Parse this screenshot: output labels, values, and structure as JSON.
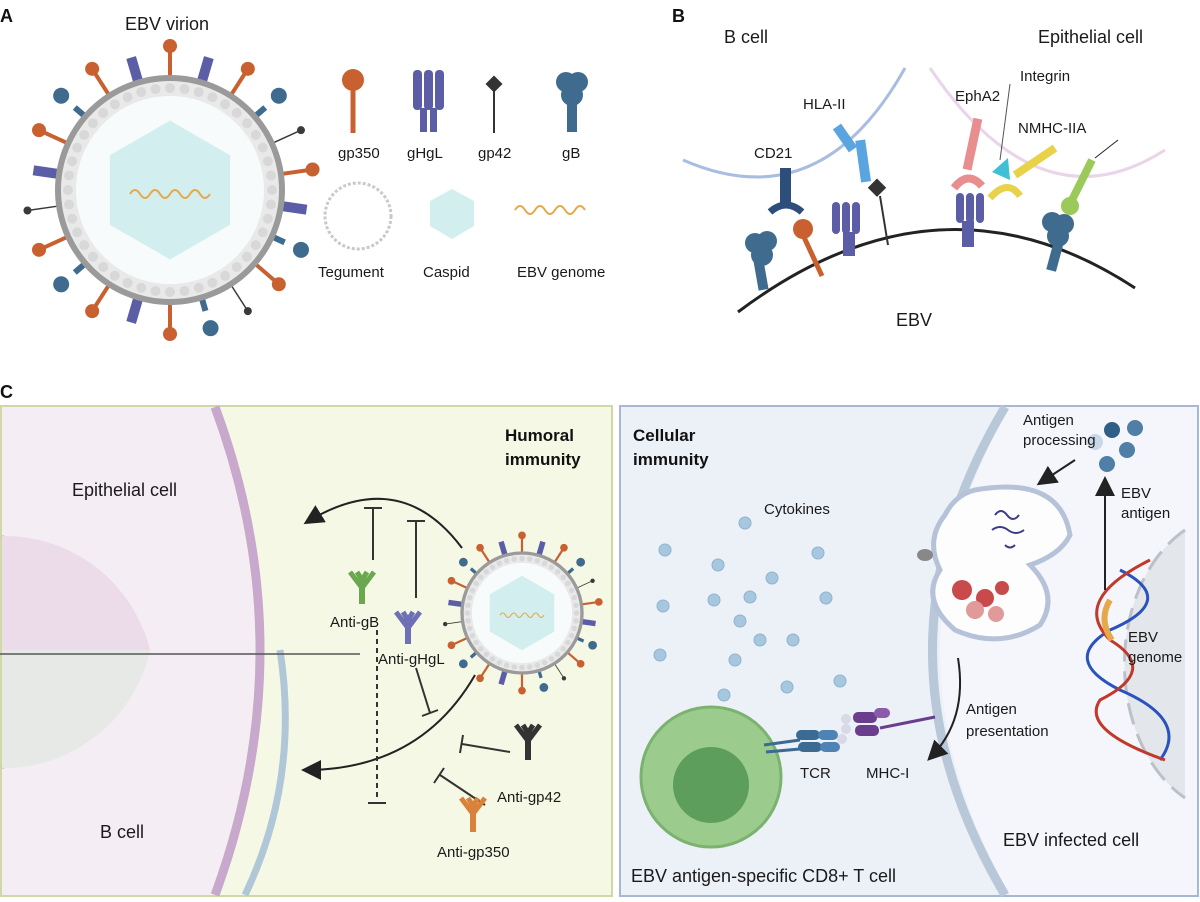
{
  "panel_a": {
    "letter": "A",
    "title": "EBV virion",
    "legend": {
      "gp350": "gp350",
      "gHgL": "gHgL",
      "gp42": "gp42",
      "gB": "gB",
      "tegument": "Tegument",
      "caspid": "Caspid",
      "genome": "EBV genome"
    }
  },
  "panel_b": {
    "letter": "B",
    "b_cell": "B cell",
    "epithelial_cell": "Epithelial cell",
    "hla": "HLA-II",
    "cd21": "CD21",
    "epha2": "EphA2",
    "integrin": "Integrin",
    "nmhc": "NMHC-IIA",
    "ebv": "EBV"
  },
  "panel_c": {
    "letter": "C",
    "humoral_line1": "Humoral",
    "humoral_line2": "immunity",
    "epithelial_cell": "Epithelial cell",
    "b_cell": "B cell",
    "anti_gb": "Anti-gB",
    "anti_ghgl": "Anti-gHgL",
    "anti_gp42": "Anti-gp42",
    "anti_gp350": "Anti-gp350",
    "cellular_line1": "Cellular",
    "cellular_line2": "immunity",
    "cytokines": "Cytokines",
    "antigen_processing_1": "Antigen",
    "antigen_processing_2": "processing",
    "ebv_antigen_1": "EBV",
    "ebv_antigen_2": "antigen",
    "ebv_genome_1": "EBV",
    "ebv_genome_2": "genome",
    "antigen_presentation_1": "Antigen",
    "antigen_presentation_2": "presentation",
    "tcr": "TCR",
    "mhc": "MHC-I",
    "t_cell": "EBV antigen-specific CD8+ T cell",
    "infected_cell": "EBV infected cell"
  },
  "colors": {
    "gp350": "#c8602f",
    "gHgL": "#5b5ea6",
    "gp42": "#3a3a3a",
    "gB": "#3f6b8f",
    "envelope": "#9a9a9a",
    "capsid": "#d3eeee",
    "genome": "#e6a94a",
    "humoral_bg": "#f6f8e6",
    "cellular_bg": "#ecf0f7",
    "epithelial_bg": "#f4edf3",
    "membrane_pink": "#c8a8cc",
    "membrane_blue": "#b0c7d8",
    "anti_gb": "#6aa84f",
    "anti_gp350": "#d9823b",
    "cytokine": "#a7c7df",
    "t_cell_outer": "#9bcc8e",
    "t_cell_nucleus": "#5e9e5c",
    "mhc": "#6a3e8c"
  }
}
